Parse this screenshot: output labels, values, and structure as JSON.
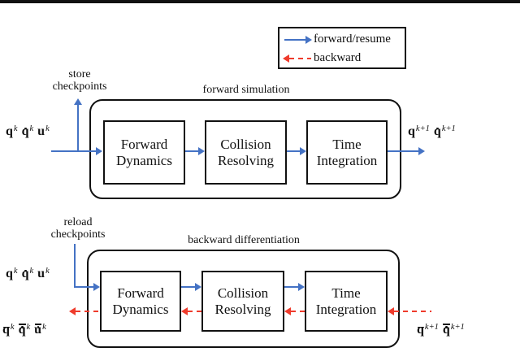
{
  "colors": {
    "forward_blue": "#4472c4",
    "backward_red": "#ef3b2c",
    "ink": "#111111"
  },
  "legend": {
    "forward_label": "forward/resume",
    "backward_label": "backward"
  },
  "top_diagram": {
    "title": "forward simulation",
    "note_line1": "store",
    "note_line2": "checkpoints",
    "boxes": [
      {
        "line1": "Forward",
        "line2": "Dynamics"
      },
      {
        "line1": "Collision",
        "line2": "Resolving"
      },
      {
        "line1": "Time",
        "line2": "Integration"
      }
    ],
    "input_vars": [
      {
        "b": "q",
        "sup": "k"
      },
      {
        "b": "q",
        "sup": "k",
        "dot": true
      },
      {
        "b": "u",
        "sup": "k"
      }
    ],
    "output_vars": [
      {
        "b": "q",
        "sup": "k+1"
      },
      {
        "b": "q",
        "sup": "k+1",
        "dot": true
      }
    ]
  },
  "bottom_diagram": {
    "title": "backward differentiation",
    "note_line1": "reload",
    "note_line2": "checkpoints",
    "boxes": [
      {
        "line1": "Forward",
        "line2": "Dynamics"
      },
      {
        "line1": "Collision",
        "line2": "Resolving"
      },
      {
        "line1": "Time",
        "line2": "Integration"
      }
    ],
    "input_vars": [
      {
        "b": "q",
        "sup": "k"
      },
      {
        "b": "q",
        "sup": "k",
        "dot": true
      },
      {
        "b": "u",
        "sup": "k"
      }
    ],
    "adjoint_output_vars": [
      {
        "b": "q",
        "sup": "k",
        "bar": true
      },
      {
        "b": "q",
        "sup": "k",
        "dot": true,
        "bar": true
      },
      {
        "b": "u",
        "sup": "k",
        "dot": true,
        "bar": true
      }
    ],
    "adjoint_input_vars": [
      {
        "b": "q",
        "sup": "k+1",
        "bar": true
      },
      {
        "b": "q",
        "sup": "k+1",
        "dot": true,
        "bar": true
      }
    ]
  }
}
